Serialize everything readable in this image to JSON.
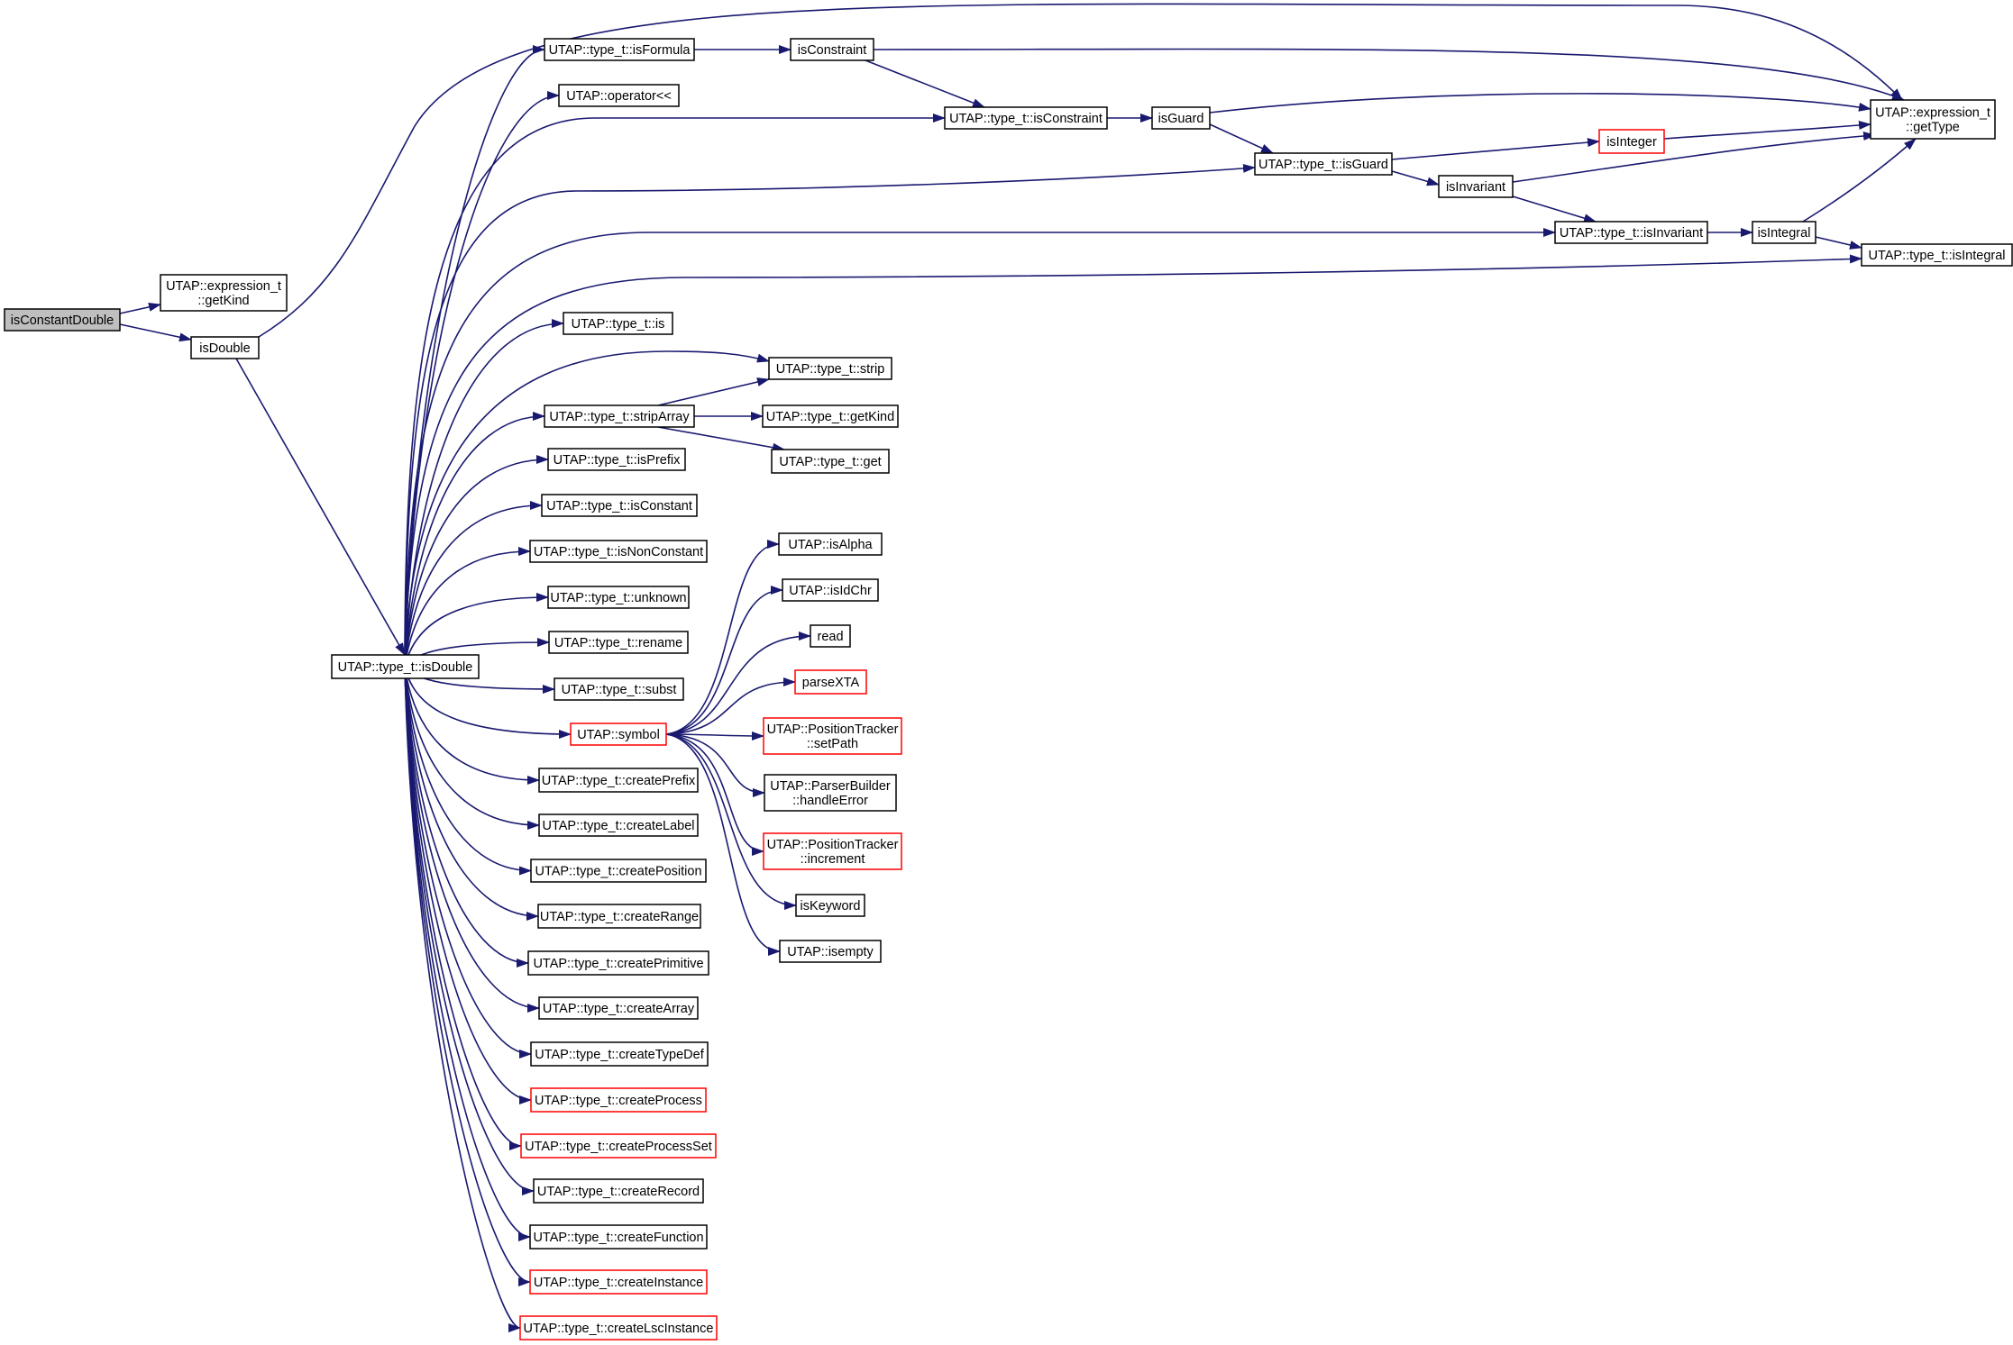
{
  "colors": {
    "edge": "#191970",
    "border_normal": "#000000",
    "border_truncated": "#ff0000",
    "focus_fill": "#bfbfbf",
    "node_fill": "#ffffff",
    "background": "#ffffff"
  },
  "nodes": [
    {
      "id": "isConstantDouble",
      "lines": [
        "isConstantDouble"
      ],
      "style": "focus"
    },
    {
      "id": "exprGetKind",
      "lines": [
        "UTAP::expression_t",
        "::getKind"
      ],
      "style": "normal"
    },
    {
      "id": "isDouble",
      "lines": [
        "isDouble"
      ],
      "style": "normal"
    },
    {
      "id": "tIsDouble",
      "lines": [
        "UTAP::type_t::isDouble"
      ],
      "style": "normal"
    },
    {
      "id": "tIsFormula",
      "lines": [
        "UTAP::type_t::isFormula"
      ],
      "style": "normal"
    },
    {
      "id": "opLeftShift",
      "lines": [
        "UTAP::operator<<"
      ],
      "style": "normal"
    },
    {
      "id": "isConstraint",
      "lines": [
        "isConstraint"
      ],
      "style": "normal"
    },
    {
      "id": "tIsConstraint",
      "lines": [
        "UTAP::type_t::isConstraint"
      ],
      "style": "normal"
    },
    {
      "id": "isGuard",
      "lines": [
        "isGuard"
      ],
      "style": "normal"
    },
    {
      "id": "tIsGuard",
      "lines": [
        "UTAP::type_t::isGuard"
      ],
      "style": "normal"
    },
    {
      "id": "isInteger",
      "lines": [
        "isInteger"
      ],
      "style": "truncated"
    },
    {
      "id": "isInvariant",
      "lines": [
        "isInvariant"
      ],
      "style": "normal"
    },
    {
      "id": "tIsInvariant",
      "lines": [
        "UTAP::type_t::isInvariant"
      ],
      "style": "normal"
    },
    {
      "id": "isIntegral",
      "lines": [
        "isIntegral"
      ],
      "style": "normal"
    },
    {
      "id": "exprGetType",
      "lines": [
        "UTAP::expression_t",
        "::getType"
      ],
      "style": "normal"
    },
    {
      "id": "tIsIntegral",
      "lines": [
        "UTAP::type_t::isIntegral"
      ],
      "style": "normal"
    },
    {
      "id": "tIs",
      "lines": [
        "UTAP::type_t::is"
      ],
      "style": "normal"
    },
    {
      "id": "tStrip",
      "lines": [
        "UTAP::type_t::strip"
      ],
      "style": "normal"
    },
    {
      "id": "tStripArray",
      "lines": [
        "UTAP::type_t::stripArray"
      ],
      "style": "normal"
    },
    {
      "id": "tGetKind",
      "lines": [
        "UTAP::type_t::getKind"
      ],
      "style": "normal"
    },
    {
      "id": "tGet",
      "lines": [
        "UTAP::type_t::get"
      ],
      "style": "normal"
    },
    {
      "id": "tIsPrefix",
      "lines": [
        "UTAP::type_t::isPrefix"
      ],
      "style": "normal"
    },
    {
      "id": "tIsConstant",
      "lines": [
        "UTAP::type_t::isConstant"
      ],
      "style": "normal"
    },
    {
      "id": "tIsNonConstant",
      "lines": [
        "UTAP::type_t::isNonConstant"
      ],
      "style": "normal"
    },
    {
      "id": "tUnknown",
      "lines": [
        "UTAP::type_t::unknown"
      ],
      "style": "normal"
    },
    {
      "id": "tRename",
      "lines": [
        "UTAP::type_t::rename"
      ],
      "style": "normal"
    },
    {
      "id": "tSubst",
      "lines": [
        "UTAP::type_t::subst"
      ],
      "style": "normal"
    },
    {
      "id": "symbol",
      "lines": [
        "UTAP::symbol"
      ],
      "style": "truncated"
    },
    {
      "id": "tCreatePrefix",
      "lines": [
        "UTAP::type_t::createPrefix"
      ],
      "style": "normal"
    },
    {
      "id": "tCreateLabel",
      "lines": [
        "UTAP::type_t::createLabel"
      ],
      "style": "normal"
    },
    {
      "id": "tCreatePosition",
      "lines": [
        "UTAP::type_t::createPosition"
      ],
      "style": "normal"
    },
    {
      "id": "tCreateRange",
      "lines": [
        "UTAP::type_t::createRange"
      ],
      "style": "normal"
    },
    {
      "id": "tCreatePrimitive",
      "lines": [
        "UTAP::type_t::createPrimitive"
      ],
      "style": "normal"
    },
    {
      "id": "tCreateArray",
      "lines": [
        "UTAP::type_t::createArray"
      ],
      "style": "normal"
    },
    {
      "id": "tCreateTypeDef",
      "lines": [
        "UTAP::type_t::createTypeDef"
      ],
      "style": "normal"
    },
    {
      "id": "tCreateProcess",
      "lines": [
        "UTAP::type_t::createProcess"
      ],
      "style": "truncated"
    },
    {
      "id": "tCreateProcessSet",
      "lines": [
        "UTAP::type_t::createProcessSet"
      ],
      "style": "truncated"
    },
    {
      "id": "tCreateRecord",
      "lines": [
        "UTAP::type_t::createRecord"
      ],
      "style": "normal"
    },
    {
      "id": "tCreateFunction",
      "lines": [
        "UTAP::type_t::createFunction"
      ],
      "style": "normal"
    },
    {
      "id": "tCreateInstance",
      "lines": [
        "UTAP::type_t::createInstance"
      ],
      "style": "truncated"
    },
    {
      "id": "tCreateLscInstance",
      "lines": [
        "UTAP::type_t::createLscInstance"
      ],
      "style": "truncated"
    },
    {
      "id": "isAlpha",
      "lines": [
        "UTAP::isAlpha"
      ],
      "style": "normal"
    },
    {
      "id": "isIdChr",
      "lines": [
        "UTAP::isIdChr"
      ],
      "style": "normal"
    },
    {
      "id": "read",
      "lines": [
        "read"
      ],
      "style": "normal"
    },
    {
      "id": "parseXTA",
      "lines": [
        "parseXTA"
      ],
      "style": "truncated"
    },
    {
      "id": "ptSetPath",
      "lines": [
        "UTAP::PositionTracker",
        "::setPath"
      ],
      "style": "truncated"
    },
    {
      "id": "pbHandleError",
      "lines": [
        "UTAP::ParserBuilder",
        "::handleError"
      ],
      "style": "normal"
    },
    {
      "id": "ptIncrement",
      "lines": [
        "UTAP::PositionTracker",
        "::increment"
      ],
      "style": "truncated"
    },
    {
      "id": "isKeyword",
      "lines": [
        "isKeyword"
      ],
      "style": "normal"
    },
    {
      "id": "isempty",
      "lines": [
        "UTAP::isempty"
      ],
      "style": "normal"
    }
  ],
  "edges": [
    [
      "isConstantDouble",
      "exprGetKind"
    ],
    [
      "isConstantDouble",
      "isDouble"
    ],
    [
      "isDouble",
      "exprGetType"
    ],
    [
      "isDouble",
      "tIsDouble"
    ],
    [
      "tIsDouble",
      "tIsFormula"
    ],
    [
      "tIsDouble",
      "opLeftShift"
    ],
    [
      "tIsDouble",
      "tIsConstraint"
    ],
    [
      "tIsDouble",
      "tIsGuard"
    ],
    [
      "tIsDouble",
      "tIsInvariant"
    ],
    [
      "tIsDouble",
      "tIsIntegral"
    ],
    [
      "tIsDouble",
      "tIs"
    ],
    [
      "tIsDouble",
      "tStrip"
    ],
    [
      "tIsDouble",
      "tStripArray"
    ],
    [
      "tIsDouble",
      "tIsPrefix"
    ],
    [
      "tIsDouble",
      "tIsConstant"
    ],
    [
      "tIsDouble",
      "tIsNonConstant"
    ],
    [
      "tIsDouble",
      "tUnknown"
    ],
    [
      "tIsDouble",
      "tRename"
    ],
    [
      "tIsDouble",
      "tSubst"
    ],
    [
      "tIsDouble",
      "symbol"
    ],
    [
      "tIsDouble",
      "tCreatePrefix"
    ],
    [
      "tIsDouble",
      "tCreateLabel"
    ],
    [
      "tIsDouble",
      "tCreatePosition"
    ],
    [
      "tIsDouble",
      "tCreateRange"
    ],
    [
      "tIsDouble",
      "tCreatePrimitive"
    ],
    [
      "tIsDouble",
      "tCreateArray"
    ],
    [
      "tIsDouble",
      "tCreateTypeDef"
    ],
    [
      "tIsDouble",
      "tCreateProcess"
    ],
    [
      "tIsDouble",
      "tCreateProcessSet"
    ],
    [
      "tIsDouble",
      "tCreateRecord"
    ],
    [
      "tIsDouble",
      "tCreateFunction"
    ],
    [
      "tIsDouble",
      "tCreateInstance"
    ],
    [
      "tIsDouble",
      "tCreateLscInstance"
    ],
    [
      "tIsFormula",
      "isConstraint"
    ],
    [
      "isConstraint",
      "exprGetType"
    ],
    [
      "isConstraint",
      "tIsConstraint"
    ],
    [
      "tIsConstraint",
      "isGuard"
    ],
    [
      "isGuard",
      "exprGetType"
    ],
    [
      "isGuard",
      "tIsGuard"
    ],
    [
      "tIsGuard",
      "isInteger"
    ],
    [
      "tIsGuard",
      "isInvariant"
    ],
    [
      "isInteger",
      "exprGetType"
    ],
    [
      "isInvariant",
      "exprGetType"
    ],
    [
      "isInvariant",
      "tIsInvariant"
    ],
    [
      "tIsInvariant",
      "isIntegral"
    ],
    [
      "isIntegral",
      "exprGetType"
    ],
    [
      "isIntegral",
      "tIsIntegral"
    ],
    [
      "tStripArray",
      "tStrip"
    ],
    [
      "tStripArray",
      "tGetKind"
    ],
    [
      "tStripArray",
      "tGet"
    ],
    [
      "symbol",
      "isAlpha"
    ],
    [
      "symbol",
      "isIdChr"
    ],
    [
      "symbol",
      "read"
    ],
    [
      "symbol",
      "parseXTA"
    ],
    [
      "symbol",
      "ptSetPath"
    ],
    [
      "symbol",
      "pbHandleError"
    ],
    [
      "symbol",
      "ptIncrement"
    ],
    [
      "symbol",
      "isKeyword"
    ],
    [
      "symbol",
      "isempty"
    ]
  ]
}
